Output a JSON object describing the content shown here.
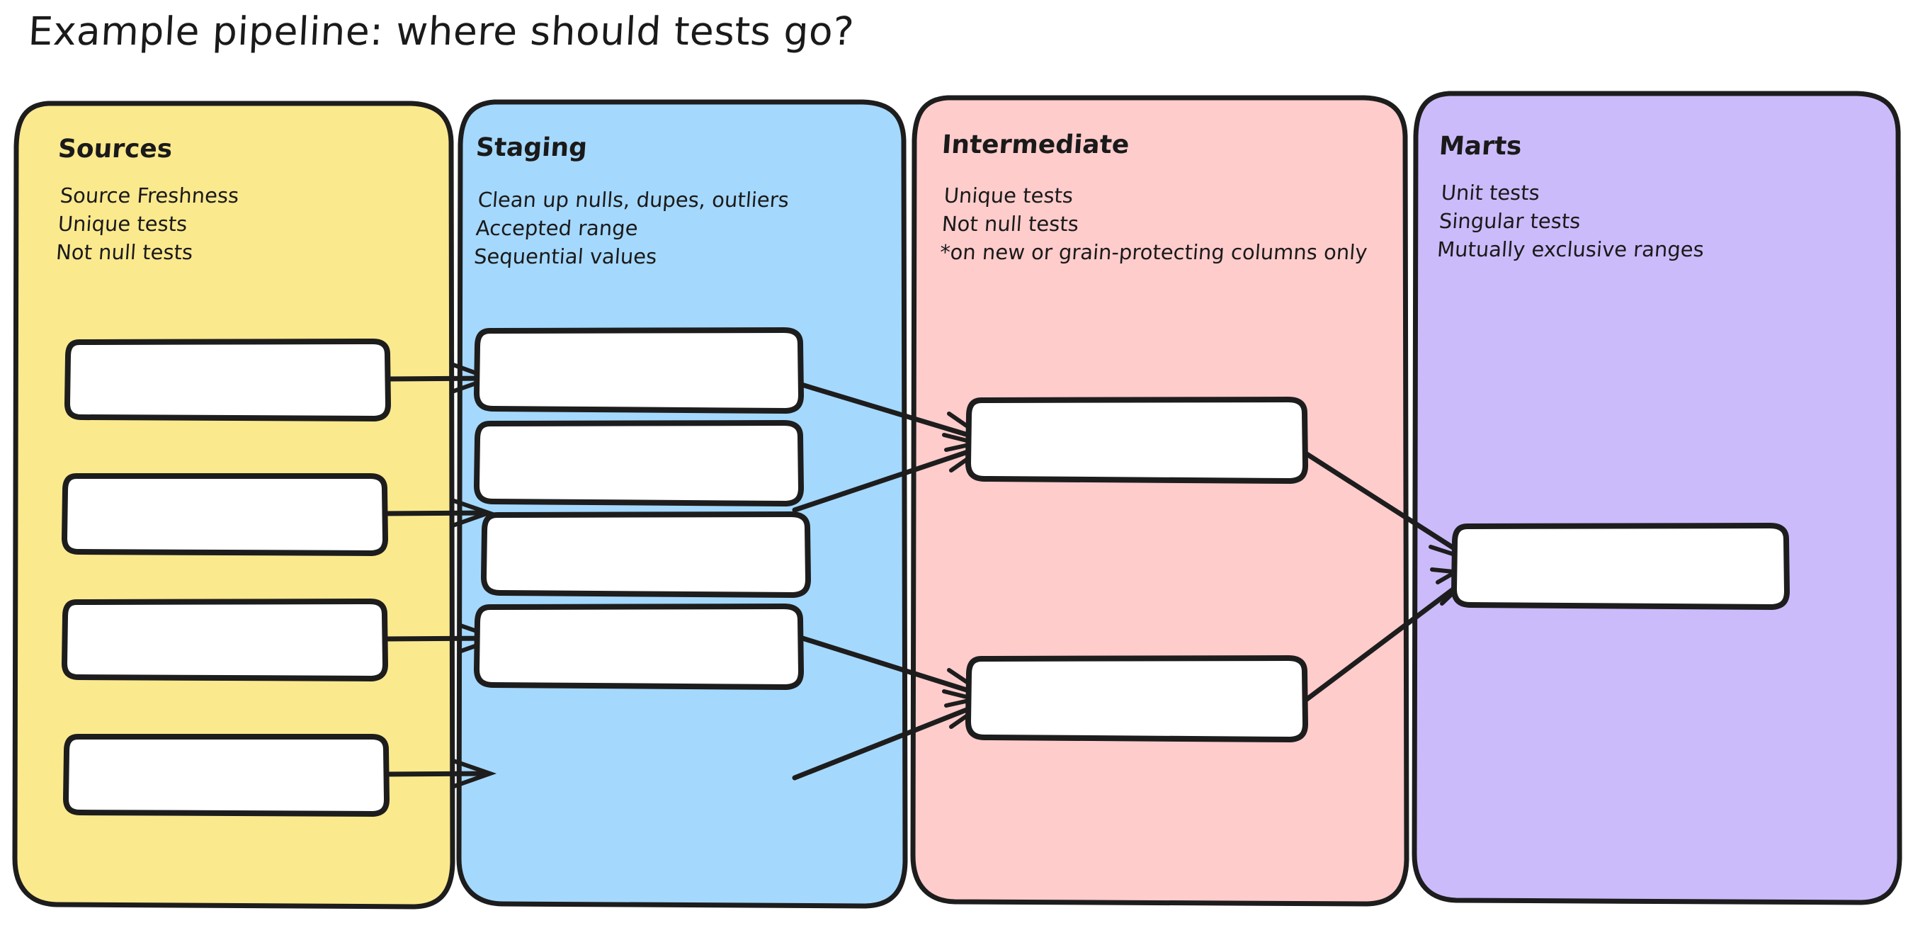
{
  "title": "Example pipeline: where should tests go?",
  "colors": {
    "sources": "#FBE98E",
    "staging": "#A5D8FD",
    "intermediate": "#FFCCCC",
    "marts": "#CCBBFB",
    "stroke": "#1d1d1d",
    "node_fill": "#ffffff",
    "background": "#ffffff"
  },
  "lanes": [
    {
      "id": "sources",
      "title": "Sources",
      "notes": [
        "Source Freshness",
        "Unique tests",
        "Not null tests"
      ],
      "node_count": 4
    },
    {
      "id": "staging",
      "title": "Staging",
      "notes": [
        "Clean up nulls, dupes, outliers",
        "Accepted range",
        "Sequential values"
      ],
      "node_count": 4
    },
    {
      "id": "intermediate",
      "title": "Intermediate",
      "notes": [
        "Unique tests",
        "Not null tests",
        "*on new or grain-protecting columns only"
      ],
      "node_count": 2
    },
    {
      "id": "marts",
      "title": "Marts",
      "notes": [
        "Unit tests",
        "Singular tests",
        "Mutually exclusive ranges"
      ],
      "node_count": 1
    }
  ],
  "nodes": {
    "sources": [
      "source-node-1",
      "source-node-2",
      "source-node-3",
      "source-node-4"
    ],
    "staging": [
      "staging-node-1",
      "staging-node-2",
      "staging-node-3",
      "staging-node-4"
    ],
    "intermediate": [
      "intermediate-node-1",
      "intermediate-node-2"
    ],
    "marts": [
      "marts-node-1"
    ]
  },
  "edges": [
    {
      "from": "source-node-1",
      "to": "staging-node-1"
    },
    {
      "from": "source-node-2",
      "to": "staging-node-2"
    },
    {
      "from": "source-node-3",
      "to": "staging-node-3"
    },
    {
      "from": "source-node-4",
      "to": "staging-node-4"
    },
    {
      "from": "staging-node-1",
      "to": "intermediate-node-1"
    },
    {
      "from": "staging-node-2",
      "to": "intermediate-node-1"
    },
    {
      "from": "staging-node-3",
      "to": "intermediate-node-2"
    },
    {
      "from": "staging-node-4",
      "to": "intermediate-node-2"
    },
    {
      "from": "intermediate-node-1",
      "to": "marts-node-1"
    },
    {
      "from": "intermediate-node-2",
      "to": "marts-node-1"
    }
  ]
}
